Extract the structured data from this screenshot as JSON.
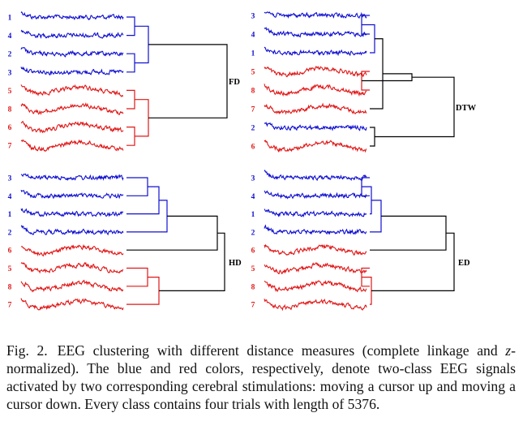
{
  "colors": {
    "class_a": "#1010d0",
    "class_b": "#e01818",
    "neutral": "#000000"
  },
  "panels": [
    {
      "method": "FD",
      "leaves": [
        {
          "id": "1",
          "cls": "a"
        },
        {
          "id": "4",
          "cls": "a"
        },
        {
          "id": "2",
          "cls": "a"
        },
        {
          "id": "3",
          "cls": "a"
        },
        {
          "id": "5",
          "cls": "b"
        },
        {
          "id": "8",
          "cls": "b"
        },
        {
          "id": "6",
          "cls": "b"
        },
        {
          "id": "7",
          "cls": "b"
        }
      ],
      "merges": [
        [
          0,
          1
        ],
        [
          2,
          3
        ],
        [
          8,
          9
        ],
        [
          4,
          5
        ],
        [
          6,
          7
        ],
        [
          11,
          12
        ],
        [
          10,
          13
        ]
      ]
    },
    {
      "method": "DTW",
      "leaves": [
        {
          "id": "3",
          "cls": "a"
        },
        {
          "id": "4",
          "cls": "a"
        },
        {
          "id": "1",
          "cls": "a"
        },
        {
          "id": "5",
          "cls": "b"
        },
        {
          "id": "8",
          "cls": "b"
        },
        {
          "id": "7",
          "cls": "b"
        },
        {
          "id": "2",
          "cls": "a"
        },
        {
          "id": "6",
          "cls": "b"
        }
      ],
      "merges": [
        [
          0,
          1
        ],
        [
          3,
          4
        ],
        [
          8,
          2
        ],
        [
          10,
          5
        ],
        [
          6,
          7
        ],
        [
          9,
          11
        ],
        [
          13,
          12
        ]
      ]
    },
    {
      "method": "HD",
      "leaves": [
        {
          "id": "3",
          "cls": "a"
        },
        {
          "id": "4",
          "cls": "a"
        },
        {
          "id": "1",
          "cls": "a"
        },
        {
          "id": "2",
          "cls": "a"
        },
        {
          "id": "6",
          "cls": "b"
        },
        {
          "id": "5",
          "cls": "b"
        },
        {
          "id": "8",
          "cls": "b"
        },
        {
          "id": "7",
          "cls": "b"
        }
      ],
      "merges": [
        [
          0,
          1
        ],
        [
          8,
          2
        ],
        [
          9,
          3
        ],
        [
          10,
          4
        ],
        [
          5,
          6
        ],
        [
          12,
          7
        ],
        [
          11,
          13
        ]
      ]
    },
    {
      "method": "ED",
      "leaves": [
        {
          "id": "3",
          "cls": "a"
        },
        {
          "id": "4",
          "cls": "a"
        },
        {
          "id": "1",
          "cls": "a"
        },
        {
          "id": "2",
          "cls": "a"
        },
        {
          "id": "6",
          "cls": "b"
        },
        {
          "id": "5",
          "cls": "b"
        },
        {
          "id": "8",
          "cls": "b"
        },
        {
          "id": "7",
          "cls": "b"
        }
      ],
      "merges": [
        [
          0,
          1
        ],
        [
          8,
          2
        ],
        [
          9,
          3
        ],
        [
          10,
          4
        ],
        [
          5,
          6
        ],
        [
          12,
          7
        ],
        [
          11,
          13
        ]
      ]
    }
  ],
  "caption": {
    "label": "Fig. 2.",
    "text_before": "EEG clustering with different distance measures (complete linkage and ",
    "italic": "z",
    "text_after": "-normalized). The blue and red colors, respectively, denote two-class EEG signals activated by two corresponding cerebral stimulations: moving a cursor up and moving a cursor down. Every class contains four trials with length of 5376."
  }
}
